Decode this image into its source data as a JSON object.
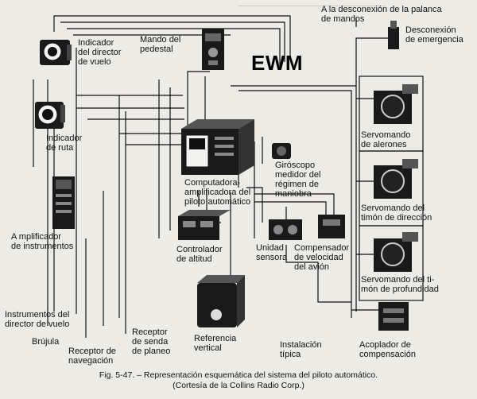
{
  "brand_mark": "EWM",
  "components": {
    "desconexion_palanca": "A la desconexión de la palanca de mandos",
    "desconexion_emergencia": [
      "Desconexión",
      "de emergencia"
    ],
    "indicador_director": [
      "Indicador",
      "del director",
      "de vuelo"
    ],
    "mando_pedestal": [
      "Mando del",
      "pedestal"
    ],
    "indicador_ruta": [
      "Indicador",
      "de ruta"
    ],
    "servo_alerones": [
      "Servomando",
      "de alerones"
    ],
    "giroscopo": [
      "Giróscopo",
      "medidor del",
      "régimen de",
      "maniobra"
    ],
    "computadora": [
      "Computadora-",
      "amplificadora del",
      "piloto automático"
    ],
    "servo_timon_direccion": [
      "Servomando del",
      "timón de dirección"
    ],
    "amplificador": [
      "A mplificador",
      "de instrumentos"
    ],
    "controlador_altitud": [
      "Controlador",
      "de altitud"
    ],
    "unidad_sensora": [
      "Unidad",
      "sensora"
    ],
    "compensador_velocidad": [
      "Compensador",
      "de velocidad",
      "del avión"
    ],
    "servo_profundidad": [
      "Servomando del ti-",
      "món de profundidad"
    ],
    "instrumentos_director": [
      "Instrumentos del",
      "director de vuelo"
    ],
    "brujula": "Brújula",
    "receptor_navegacion": [
      "Receptor de",
      "navegación"
    ],
    "receptor_senda": [
      "Receptor",
      "de senda",
      "de planeo"
    ],
    "referencia_vertical": [
      "Referencia",
      "vertical"
    ],
    "instalacion_tipica": [
      "Instalación",
      "típica"
    ],
    "acoplador_compensacion": [
      "Acoplador de",
      "compensación"
    ]
  },
  "caption": {
    "line1": "Fig. 5-47. – Representación esquemática del sistema del piloto automático.",
    "line2": "(Cortesía de la Collins Radio Corp.)"
  },
  "colors": {
    "paper": "#ecebe6",
    "ink": "#111111",
    "device_body": "#1a1a1a",
    "device_face": "#f2f2f0"
  }
}
